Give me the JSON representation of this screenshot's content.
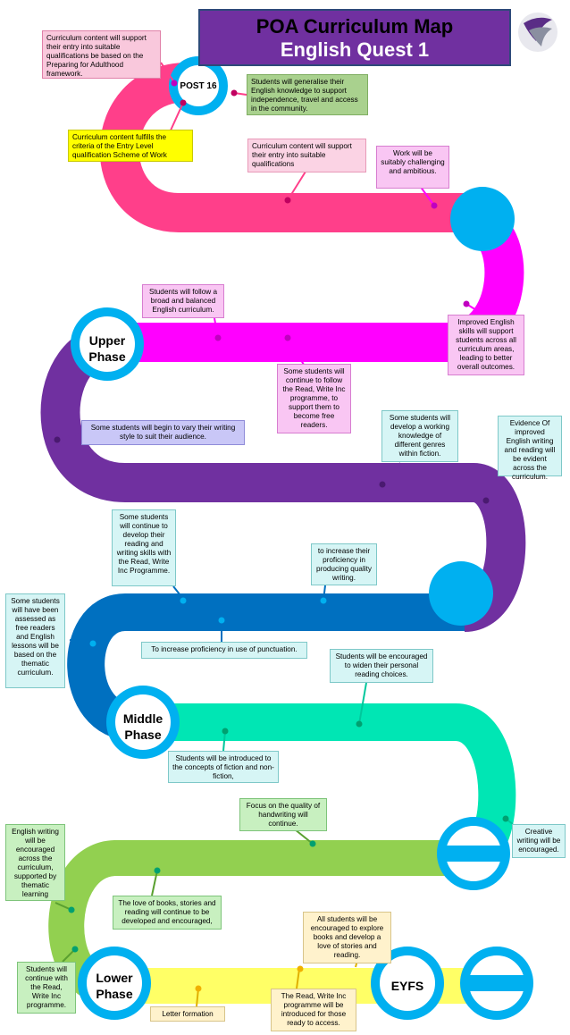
{
  "title": {
    "line1": "POA Curriculum Map",
    "line2": "English Quest 1"
  },
  "phases": {
    "post16": "POST 16",
    "upper": [
      "Upper",
      "Phase"
    ],
    "middle": [
      "Middle",
      "Phase"
    ],
    "lower": [
      "Lower",
      "Phase"
    ],
    "eyfs": "EYFS"
  },
  "notes": {
    "post16_framework": "Curriculum content will support their entry into suitable qualifications be based on the Preparing for Adulthood framework.",
    "post16_generalise": "Students will generalise their English knowledge to support independence, travel and access in the community.",
    "post16_entry_level": "Curriculum content fulfills the criteria of the Entry Level qualification Scheme of Work",
    "upper_entry": "Curriculum content will support their entry into suitable qualifications",
    "upper_work": "Work will be suitably challenging and ambitious.",
    "upper_broad": "Students will follow a broad and balanced English curriculum.",
    "upper_improved": "Improved English skills will support students across all curriculum areas, leading to better overall outcomes.",
    "upper_rwi": "Some students will continue to follow the Read, Write Inc programme, to support them to become free readers.",
    "upper_vary": "Some students will begin to vary their writing style to suit their audience.",
    "upper_genres": "Some students will develop a working knowledge of different genres within fiction.",
    "upper_evidence": "Evidence Of improved English writing and reading will be evident across the curriculum.",
    "middle_develop": "Some students will continue to develop their reading and writing skills with the Read, Write Inc Programme.",
    "middle_proficiency": "to increase their proficiency in producing quality writing.",
    "middle_assessed": "Some students will have been assessed as free readers and English lessons will be based on the thematic curriculum.",
    "middle_punctuation": "To increase proficiency in use of punctuation.",
    "middle_widen": "Students will be encouraged to widen their personal reading choices.",
    "middle_fiction": "Students will be introduced to the concepts of fiction and non-fiction,",
    "lower_handwriting": "Focus on the quality of handwriting will continue.",
    "lower_creative": "Creative writing will be encouraged.",
    "lower_across": "English writing will be encouraged across the curriculum, supported by thematic learning",
    "lower_love": "The love of books, stories and reading will continue to be developed and encouraged,",
    "eyfs_explore": "All students will be encouraged to explore books and develop a love of stories and reading.",
    "lower_rwi": "Students will continue with the Read, Write Inc programme.",
    "eyfs_letter": "Letter formation",
    "eyfs_rwi": "The Read, Write Inc programme will be introduced for those ready to access."
  },
  "colors": {
    "title_bg": "#7030a0",
    "post16_road": "#ff3f8a",
    "upper_road_a": "#ff00ff",
    "upper_road_b": "#7030a0",
    "middle_road_a": "#0070c0",
    "middle_road_b": "#00e6b4",
    "lower_road": "#92d050",
    "eyfs_road": "#ffff66",
    "circle": "#00b0f0"
  }
}
